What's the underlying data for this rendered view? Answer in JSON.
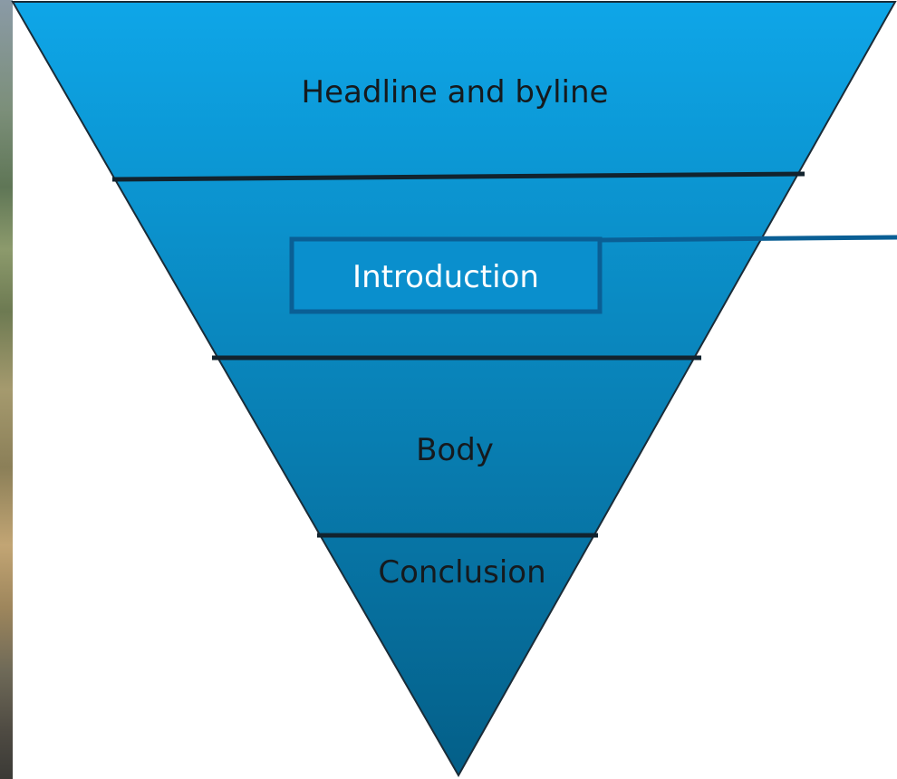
{
  "tiers": {
    "headline": "Headline and byline",
    "introduction": "Introduction",
    "body": "Body",
    "conclusion": "Conclusion"
  },
  "colors": {
    "gradient_top": "#0ea6e8",
    "gradient_bottom": "#045f88",
    "divider": "#12232e",
    "intro_box_border": "#0a5f95",
    "connector_line": "#0a5f95"
  }
}
